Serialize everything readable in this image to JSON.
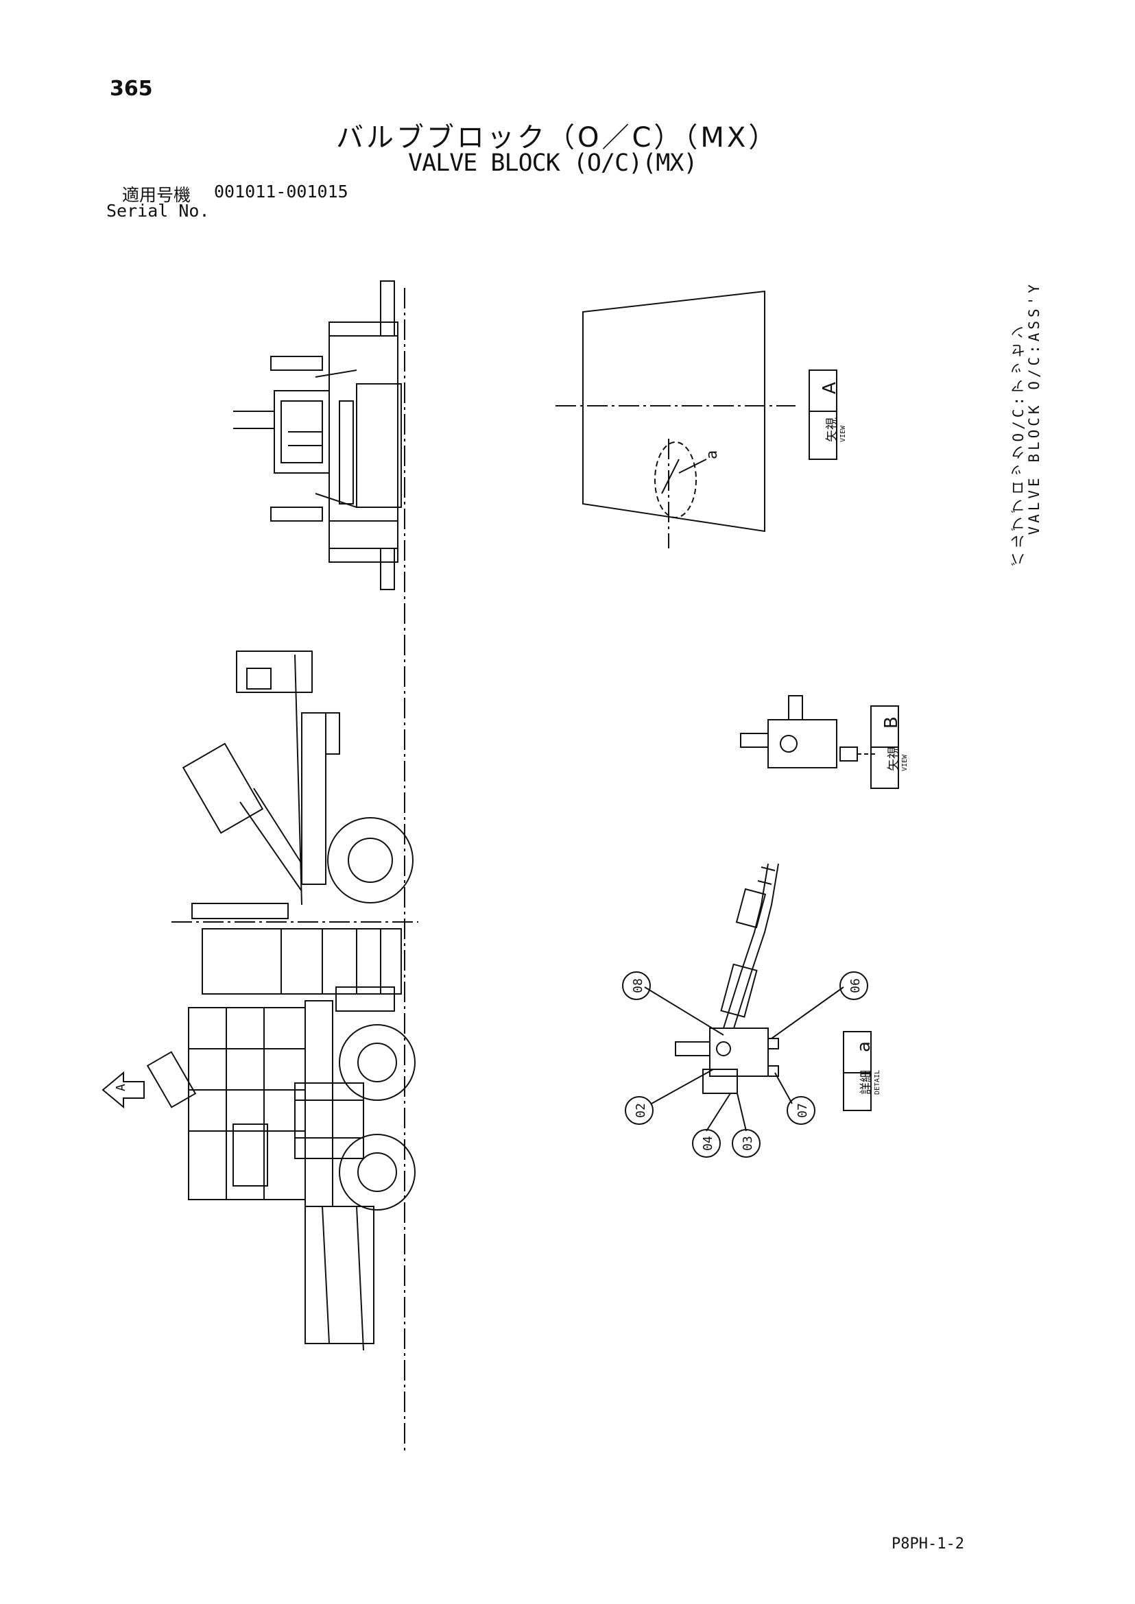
{
  "page": {
    "number": "365",
    "doc_code": "P8PH-1-2"
  },
  "title": {
    "jp": "バルブブロック（O／C）（MX）",
    "en": "VALVE BLOCK (O/C)(MX)"
  },
  "serial": {
    "label_jp": "適用号機",
    "label_en": "Serial No.",
    "range": "001011-001015"
  },
  "side_caption": {
    "jp": "バルブブロックO/C:アッセン",
    "en": "VALVE BLOCK O/C:ASS'Y"
  },
  "views": {
    "view_a": {
      "jp": "矢視",
      "en": "VIEW",
      "letter": "A"
    },
    "view_b": {
      "jp": "矢視",
      "en": "VIEW",
      "letter": "B"
    },
    "detail_a": {
      "jp": "詳細",
      "en": "DETAIL",
      "letter": "a"
    },
    "arrow_a_letter": "A",
    "callout_a_letter": "a"
  },
  "parts": [
    {
      "no": "08"
    },
    {
      "no": "06"
    },
    {
      "no": "02"
    },
    {
      "no": "07"
    },
    {
      "no": "04"
    },
    {
      "no": "03"
    }
  ]
}
